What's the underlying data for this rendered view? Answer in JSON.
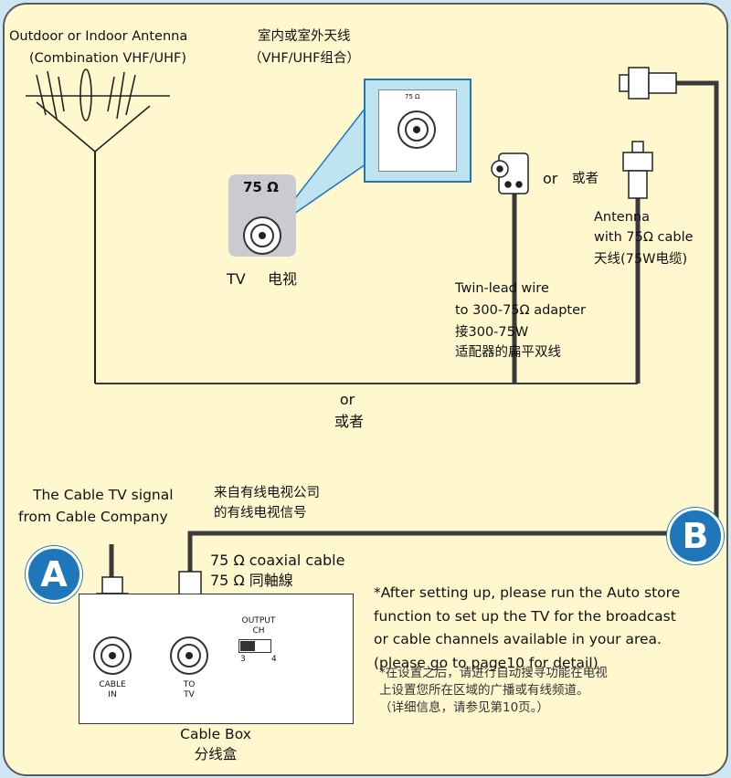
{
  "antenna": {
    "label_en_1": "Outdoor or Indoor Antenna",
    "label_en_2": "(Combination VHF/UHF)",
    "label_cn_1": "室内或室外天线",
    "label_cn_2": "（VHF/UHF组合）"
  },
  "tv": {
    "ohm_label": "75 Ω",
    "label_en": "TV",
    "label_cn": "电视",
    "zoom_label": "75 Ω"
  },
  "twinlead": {
    "or_en": "or",
    "or_cn": "或者",
    "line1": "Twin-lead wire",
    "line2": "to 300-75Ω adapter",
    "line3_cn": "接300-75W",
    "line4_cn": "适配器的扁平双线"
  },
  "coax_antenna": {
    "line1": "Antenna",
    "line2": "with 75Ω cable",
    "line3_cn": "天线(75W电缆)"
  },
  "middle_or": {
    "en": "or",
    "cn": "或者"
  },
  "cable_signal": {
    "en_1": "The Cable TV signal",
    "en_2": "from Cable Company",
    "cn_1": "来自有线电视公司",
    "cn_2": "的有线电视信号"
  },
  "coaxial": {
    "en": "75 Ω coaxial cable",
    "cn": "75  Ω  同軸線"
  },
  "cable_box": {
    "jack_in_1": "CABLE",
    "jack_in_2": "IN",
    "jack_to_1": "TO",
    "jack_to_2": "TV",
    "output_1": "OUTPUT",
    "output_2": "CH",
    "ch3": "3",
    "ch4": "4",
    "label_en": "Cable Box",
    "label_cn": "分线盒"
  },
  "badges": {
    "a": "A",
    "b": "B"
  },
  "note": {
    "en_1": "*After setting up, please run the Auto store",
    "en_2": "function to set up the TV for the broadcast",
    "en_3": "or cable channels available in your area.",
    "en_4": "(please go to page10 for detail)",
    "cn_1": "*在设置之后，请进行自动搜寻功能在电视",
    "cn_2": "上设置您所在区域的广播或有线频道。",
    "cn_3": "（详细信息，请参见第10页。）"
  },
  "colors": {
    "background": "#cfe6f5",
    "panel": "#fff8cf",
    "badge": "#1f76bb",
    "wire": "#3a3a3a"
  }
}
